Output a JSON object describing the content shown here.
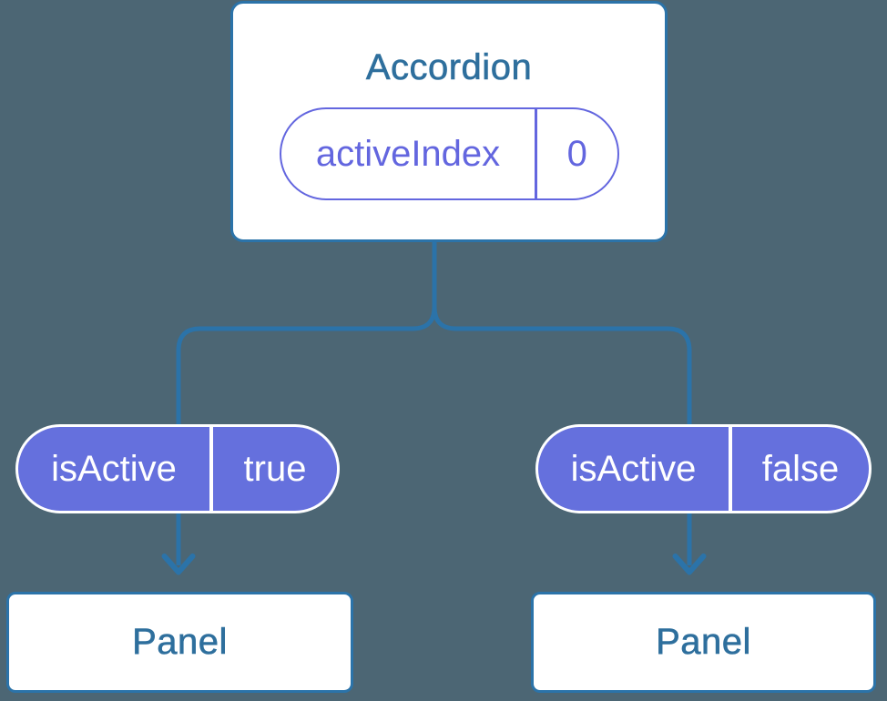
{
  "colors": {
    "background": "#4C6674",
    "line": "#2B73A9",
    "component_text": "#2E6F9D",
    "accent_purple": "#6366DF",
    "pill_fill": "#6570DD",
    "surface": "#FFFFFF"
  },
  "root_component": {
    "title": "Accordion",
    "state": {
      "name": "activeIndex",
      "value": "0"
    }
  },
  "children": [
    {
      "prop": {
        "name": "isActive",
        "value": "true"
      },
      "component": "Panel"
    },
    {
      "prop": {
        "name": "isActive",
        "value": "false"
      },
      "component": "Panel"
    }
  ]
}
